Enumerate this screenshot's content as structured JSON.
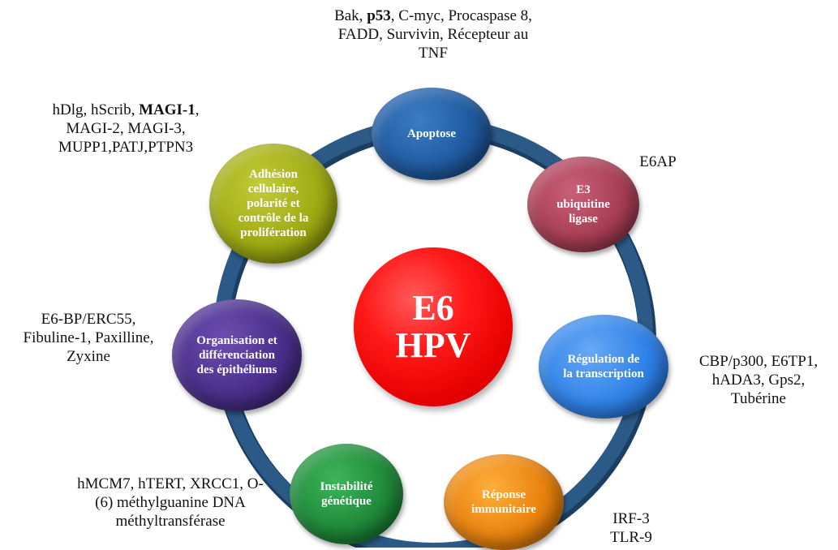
{
  "center": {
    "line1": "E6",
    "line2": "HPV",
    "color": "#ff1a1a"
  },
  "nodes": {
    "apoptose": {
      "label": "Apoptose",
      "color": "#1f5aa0"
    },
    "e3": {
      "label": "E3\nubiquitine\nligase",
      "color": "#a83e55"
    },
    "regulation": {
      "label": "Régulation de\nla transcription",
      "color": "#2f82e8"
    },
    "reponse": {
      "label": "Réponse\nimmunitaire",
      "color": "#e8820c"
    },
    "instabilite": {
      "label": "Instabilité\ngénétique",
      "color": "#1f8a3a"
    },
    "organisation": {
      "label": "Organisation et\ndifférenciation\ndes épithéliums",
      "color": "#4a2e8a"
    },
    "adhesion": {
      "label": "Adhésion\ncellulaire,\npolarité et\ncontrôle de la\nprolifération",
      "color": "#9eaa12"
    }
  },
  "ring_color": "#2b5a86",
  "annotations": {
    "apoptose_a": "Bak, ",
    "apoptose_bold": "p53",
    "apoptose_b": ", C-myc, Procaspase 8,\nFADD, Survivin, Récepteur au\nTNF",
    "e3": "E6AP",
    "regulation": "CBP/p300, E6TP1,\nhADA3, Gps2,\nTubérine",
    "reponse": "IRF-3\nTLR-9",
    "instabilite": "hMCM7, hTERT, XRCC1, O-\n(6) méthylguanine DNA\nméthyltransférase",
    "organisation": "E6-BP/ERC55,\nFibuline-1, Paxilline,\nZyxine",
    "adhesion_a": "hDlg, hScrib, ",
    "adhesion_bold": "MAGI-1",
    "adhesion_b": ",\nMAGI-2, MAGI-3,\nMUPP1,PATJ,PTPN3"
  }
}
